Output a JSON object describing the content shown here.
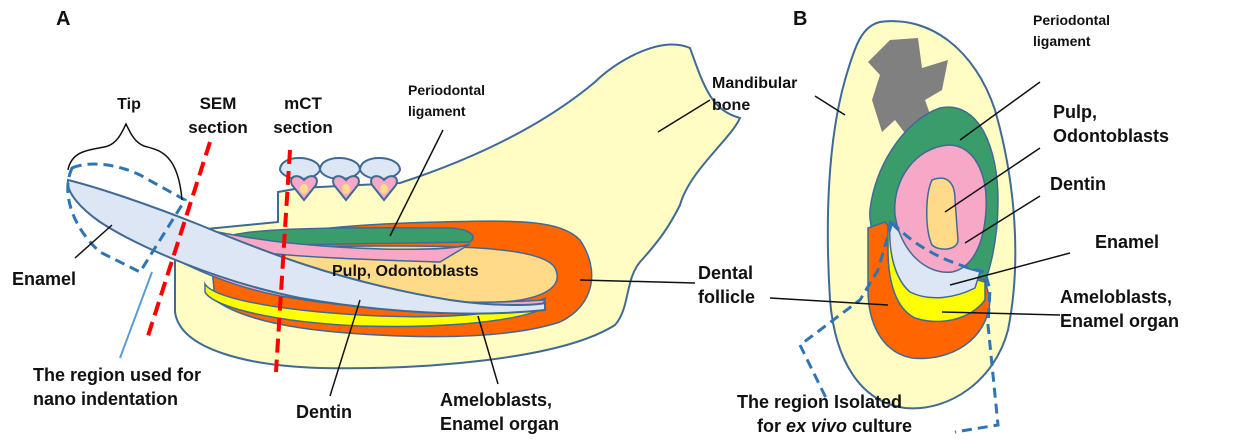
{
  "panel_a": {
    "letter": "A",
    "tip": "Tip",
    "sem_section": [
      "SEM",
      "section"
    ],
    "mct_section": [
      "mCT",
      "section"
    ],
    "periodontal_ligament": [
      "Periodontal",
      "ligament"
    ],
    "mandibular_bone": [
      "Mandibular",
      "bone"
    ],
    "enamel": "Enamel",
    "pulp_odontoblasts": "Pulp, Odontoblasts",
    "dental_follicle": [
      "Dental",
      "follicle"
    ],
    "dentin": "Dentin",
    "ameloblasts_enamel_organ": [
      "Ameloblasts,",
      "Enamel organ"
    ],
    "nano_region": [
      "The region used for",
      "nano indentation"
    ]
  },
  "panel_b": {
    "letter": "B",
    "periodontal_ligament": [
      "Periodontal",
      "ligament"
    ],
    "pulp_odontoblasts": [
      "Pulp,",
      "Odontoblasts"
    ],
    "dentin": "Dentin",
    "enamel": "Enamel",
    "ameloblasts_enamel_organ": [
      "Ameloblasts,",
      "Enamel organ"
    ],
    "isolated_region_prefix": "The region Isolated",
    "culture_prefix": "for ",
    "culture_italic": "ex vivo",
    "culture_suffix": " culture"
  },
  "colors": {
    "bone": "#FFFCC4",
    "outline": "#3F6A96",
    "ligament_green": "#3A9C6A",
    "follicle_orange": "#FF6600",
    "pulp": "#FFDA88",
    "dentin_pink": "#F7A8C6",
    "enamel_blue": "#DCE6F4",
    "ameloblast_yellow": "#FFFF00",
    "section_red": "#FF0000",
    "region_blue": "#2E75B6",
    "bone_marrow_gray": "#808080"
  }
}
